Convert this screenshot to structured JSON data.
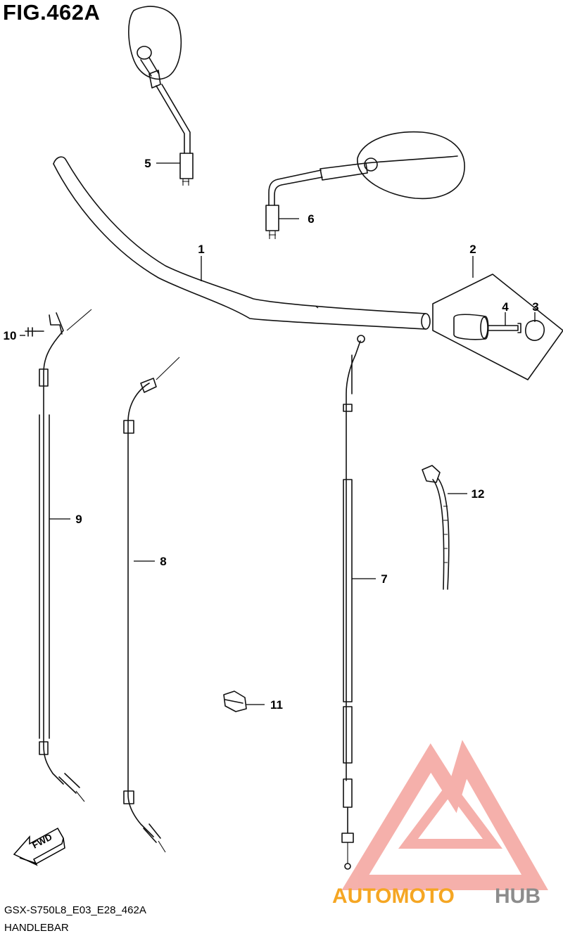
{
  "figure": {
    "title": "FIG.462A",
    "model_code": "GSX-S750L8_E03_E28_462A",
    "section_name": "HANDLEBAR"
  },
  "callouts": [
    "1",
    "2",
    "3",
    "4",
    "5",
    "6",
    "7",
    "8",
    "9",
    "10",
    "11",
    "12"
  ],
  "fwd_label": "FWD",
  "watermark": {
    "part1": "AUTOMOTO",
    "part2": "HUB",
    "color1": "#f5a623",
    "color2": "#8c8c8c",
    "logo_color": "#f4a8a2"
  }
}
